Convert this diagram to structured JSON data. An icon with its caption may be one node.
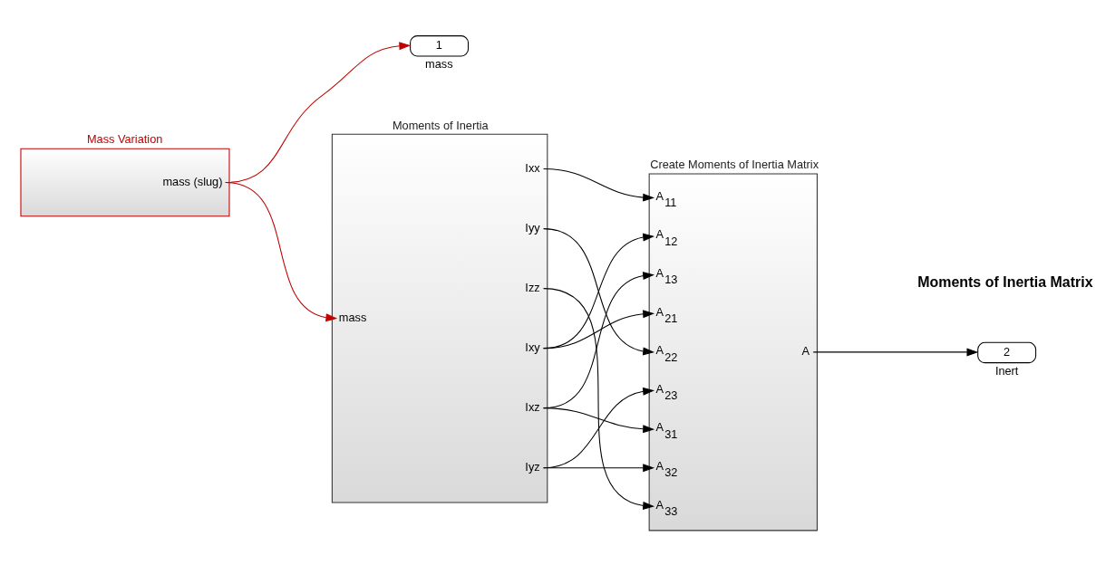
{
  "diagram": {
    "nodes": [
      {
        "text": [
          "Mass Variation",
          "mass (slug)"
        ]
      },
      {
        "text": [
          "1"
        ],
        "beside": [
          "mass"
        ]
      },
      {
        "text": [
          "Moments of Inertia",
          "mass",
          "Ixx",
          "Iyy",
          "Izz",
          "Ixy",
          "Ixz",
          "Iyz"
        ]
      },
      {
        "text": [
          "Create Moments of Inertia Matrix",
          "A$_{11}$",
          "A$_{12}$",
          "A$_{13}$",
          "A$_{21}$",
          "A$_{22}$",
          "A$_{23}$",
          "A$_{31}$",
          "A$_{32}$",
          "A$_{33}$",
          "A"
        ]
      },
      {
        "text": [
          "2"
        ],
        "beside": [
          "Inert"
        ]
      }
    ],
    "edges": [
      {
        "from": 0,
        "to": 2,
        "arrow": "to",
        "color": "#c00000"
      },
      {
        "from": 0,
        "to": 1,
        "arrow": "to",
        "color": "#c00000"
      },
      {
        "from": 2,
        "to": 3,
        "arrow": "to"
      },
      {
        "from": 2,
        "to": 3,
        "arrow": "to"
      },
      {
        "from": 2,
        "to": 3,
        "arrow": "to"
      },
      {
        "from": 2,
        "to": 3,
        "arrow": "to"
      },
      {
        "from": 2,
        "to": 3,
        "arrow": "to"
      },
      {
        "from": 2,
        "to": 3,
        "arrow": "to"
      },
      {
        "from": 2,
        "to": 3,
        "arrow": "to"
      },
      {
        "from": 2,
        "to": 3,
        "arrow": "to"
      },
      {
        "from": 2,
        "to": 3,
        "arrow": "to"
      },
      {
        "from": 3,
        "to": 4,
        "arrow": "to"
      }
    ],
    "labels": [
      "Moments of Inertia Matrix"
    ]
  }
}
